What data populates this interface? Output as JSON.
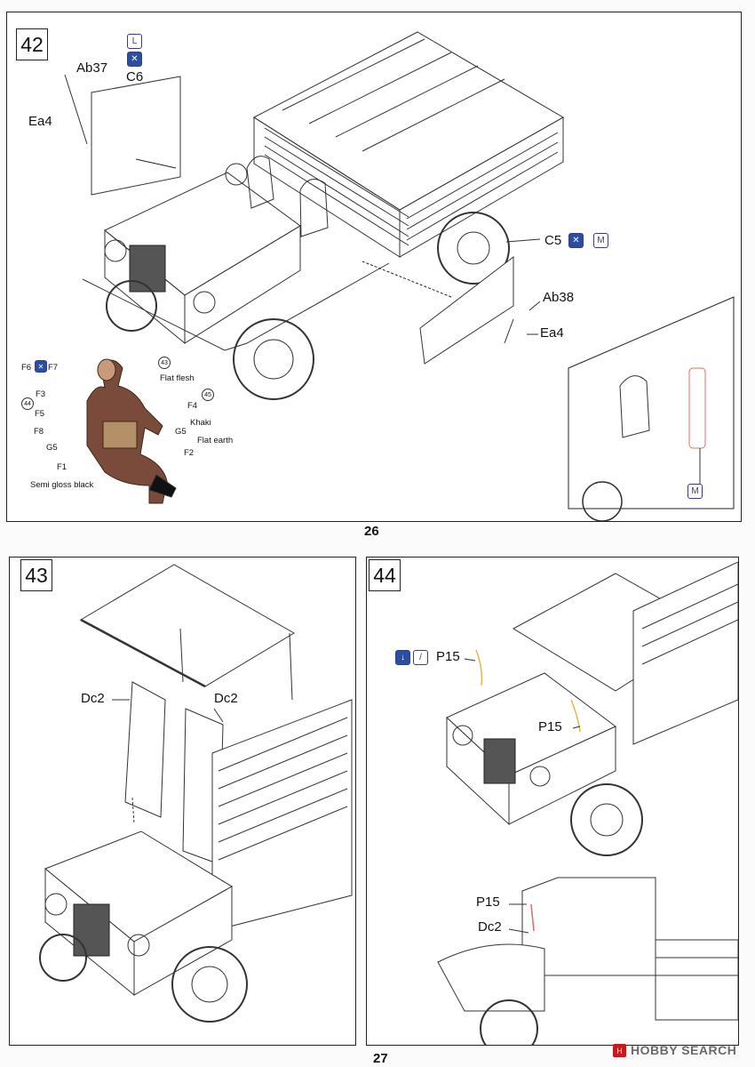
{
  "top": {
    "step": "42",
    "badge_l": "L",
    "parts": {
      "ab37": "Ab37",
      "c6": "C6",
      "ea4a": "Ea4",
      "c5": "C5",
      "badge_m": "M",
      "ab38": "Ab38",
      "ea4b": "Ea4"
    },
    "paint": {
      "f6": "F6",
      "f7": "F7",
      "c43": "43",
      "flat_flesh": "Flat flesh",
      "f3": "F3",
      "c45": "45",
      "c44": "44",
      "f4": "F4",
      "f5": "F5",
      "khaki": "Khaki",
      "f8": "F8",
      "g5a": "G5",
      "g5b": "G5",
      "flat_earth": "Flat earth",
      "f2": "F2",
      "f1": "F1",
      "semi_gloss": "Semi gloss black"
    },
    "inset_badge": "M",
    "page_number": "26"
  },
  "step43": {
    "step": "43",
    "dc2a": "Dc2",
    "dc2b": "Dc2"
  },
  "step44": {
    "step": "44",
    "p15a": "P15",
    "p15b": "P15",
    "p15c": "P15",
    "dc2": "Dc2"
  },
  "watermark": {
    "badge": "H",
    "text": "HOBBY SEARCH"
  },
  "bottom_page_number": "27",
  "icons": [
    "cement-icon",
    "mask-icon",
    "paint-drip-icon",
    "cut-icon",
    "bend-icon"
  ],
  "colors": {
    "line": "#222222",
    "badge": "#2a4fa0",
    "accent_yellow": "#e0b84a",
    "accent_red": "#e07060"
  }
}
